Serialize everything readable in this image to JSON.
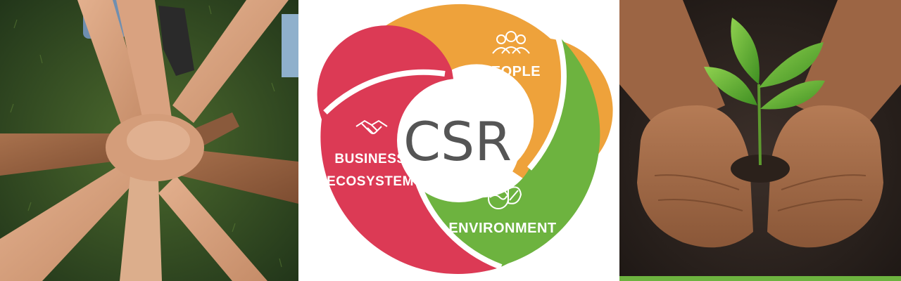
{
  "diagram": {
    "center_label": "CSR",
    "segments": [
      {
        "label": "PEOPLE",
        "icon": "people-group-icon",
        "color": "#eea23b"
      },
      {
        "label": "ENVIRONMENT",
        "icon": "globe-leaf-icon",
        "color": "#6db33f"
      },
      {
        "label": "BUSINESS",
        "label2": "ECOSYSTEM",
        "icon": "handshake-icon",
        "color": "#dc3a55"
      }
    ]
  },
  "colors": {
    "accent_green": "#6db33f",
    "grass": "#2e4a1f",
    "soil": "#2a211c",
    "skin": "#c98e68"
  }
}
